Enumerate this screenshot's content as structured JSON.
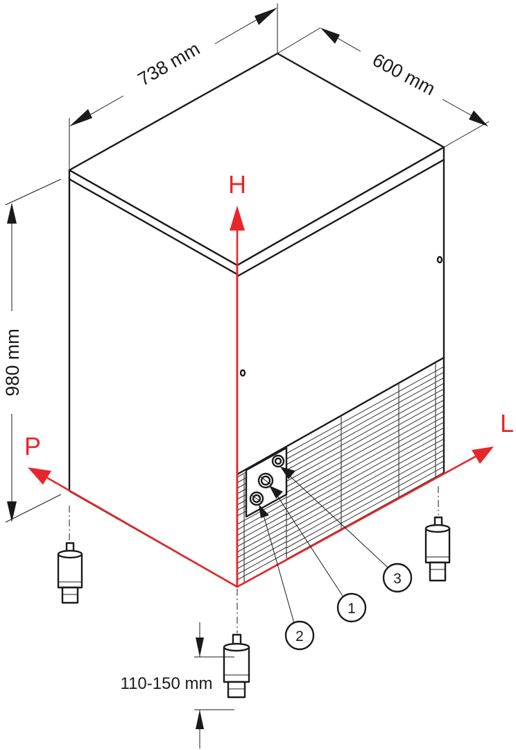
{
  "dimensions": {
    "width": "738 mm",
    "depth": "600 mm",
    "height": "980 mm",
    "foot_height": "110-150 mm"
  },
  "axes": {
    "height": "H",
    "length": "L",
    "depth": "P"
  },
  "callouts": [
    {
      "number": "1"
    },
    {
      "number": "2"
    },
    {
      "number": "3"
    }
  ],
  "colors": {
    "axis_red": "#e8262a",
    "line_black": "#1a1a1a"
  }
}
